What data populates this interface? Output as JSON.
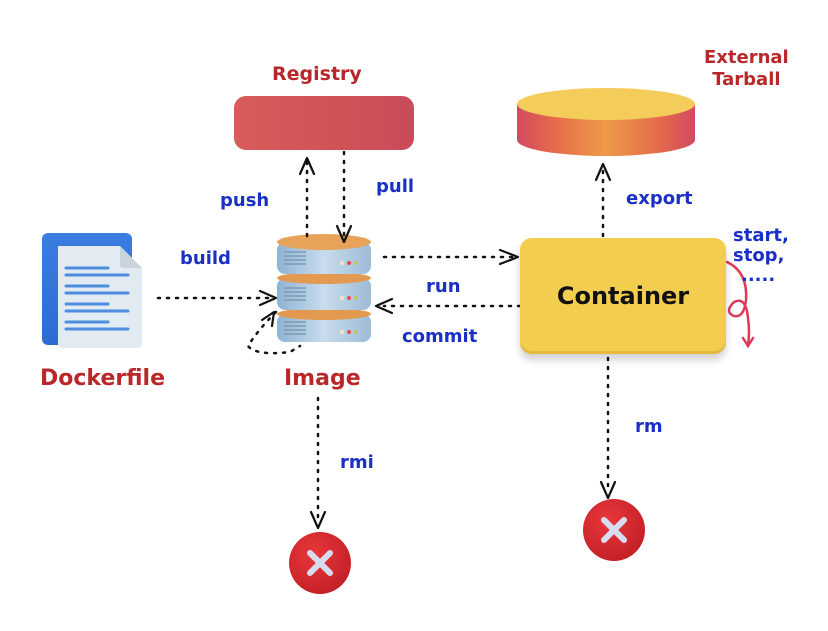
{
  "nodes": {
    "registry": "Registry",
    "external_tarball_line1": "External",
    "external_tarball_line2": "Tarball",
    "dockerfile": "Dockerfile",
    "image": "Image",
    "container": "Container"
  },
  "edges": {
    "build": "build",
    "push": "push",
    "pull": "pull",
    "run": "run",
    "commit": "commit",
    "export": "export",
    "rmi": "rmi",
    "rm": "rm",
    "lifecycle_line1": "start,",
    "lifecycle_line2": "stop,",
    "lifecycle_line3": "....."
  },
  "colors": {
    "node_label": "#b8282a",
    "edge_label": "#1a2fc4",
    "container_fill": "#f3cd4e",
    "registry_fill": "#d4565a",
    "delete_fill": "#d42a2f",
    "lifecycle_arrow": "#e0385a"
  }
}
